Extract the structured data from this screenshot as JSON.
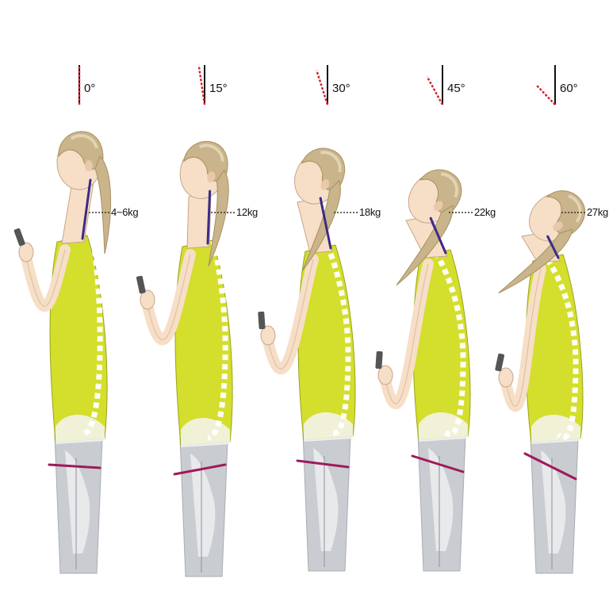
{
  "figures": [
    {
      "angle_label": "0°",
      "angle_deg": 0,
      "weight_label": "4~6kg"
    },
    {
      "angle_label": "15°",
      "angle_deg": 15,
      "weight_label": "12kg"
    },
    {
      "angle_label": "30°",
      "angle_deg": 30,
      "weight_label": "18kg"
    },
    {
      "angle_label": "45°",
      "angle_deg": 45,
      "weight_label": "22kg"
    },
    {
      "angle_label": "60°",
      "angle_deg": 60,
      "weight_label": "27kg"
    }
  ],
  "colors": {
    "skin": "#f6dfc6",
    "skin_outline": "#c7a58a",
    "hair": "#c9b48b",
    "hair_light": "#e2d3b2",
    "top": "#d4de2c",
    "trousers": "#c9ccd0",
    "trousers_light": "#e7e9eb",
    "spine": "#ffffff",
    "neck_line": "#3c2b86",
    "hip_line": "#a0195a",
    "angle_red": "#d2202a",
    "angle_black": "#111111",
    "phone": "#555555"
  }
}
